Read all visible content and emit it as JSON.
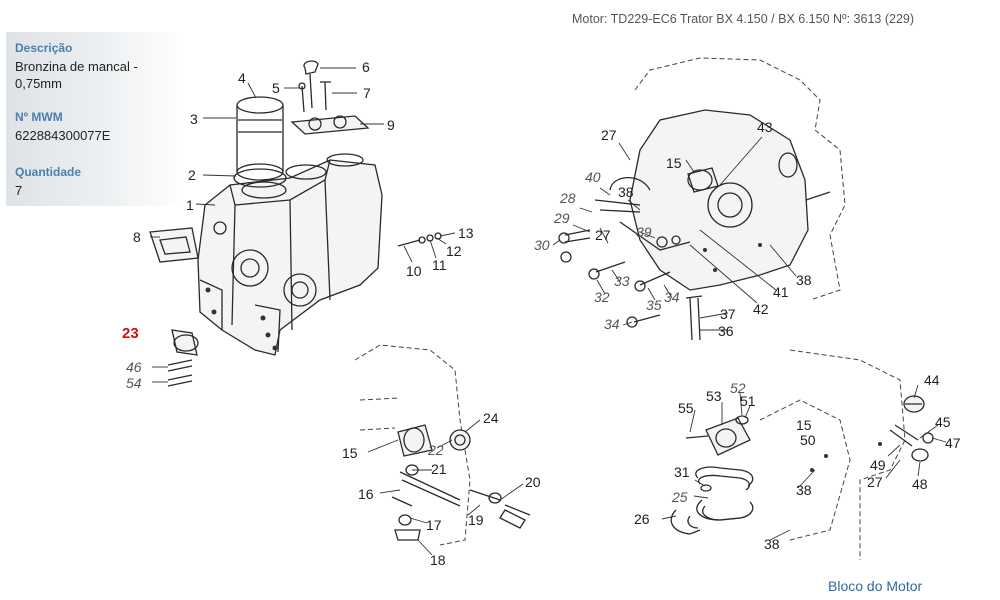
{
  "header": {
    "title": "Motor: TD229-EC6 Trator BX 4.150 / BX 6.150    Nº: 3613 (229)"
  },
  "info": {
    "descricao_label": "Descrição",
    "descricao_value": "Bronzina de mancal - 0,75mm",
    "mwm_label": "Nº MWM",
    "mwm_value": "622884300077E",
    "quantidade_label": "Quantidade",
    "quantidade_value": "7"
  },
  "selected_part": "23",
  "callouts": {
    "c1": "1",
    "c2": "2",
    "c3": "3",
    "c4": "4",
    "c5": "5",
    "c6": "6",
    "c7": "7",
    "c8": "8",
    "c9": "9",
    "c10": "10",
    "c11": "11",
    "c12": "12",
    "c13": "13",
    "c23": "23",
    "c46": "46",
    "c54": "54",
    "c27a": "27",
    "c43": "43",
    "c15a": "15",
    "c40": "40",
    "c38a": "38",
    "c28": "28",
    "c29": "29",
    "c27b": "27",
    "c39": "39",
    "c30": "30",
    "c33": "33",
    "c32": "32",
    "c35": "35",
    "c34b": "34",
    "c34": "34",
    "c37": "37",
    "c36": "36",
    "c42": "42",
    "c41": "41",
    "c38b": "38",
    "c24": "24",
    "c15b": "15",
    "c22": "22",
    "c21": "21",
    "c16": "16",
    "c20": "20",
    "c19": "19",
    "c17": "17",
    "c18": "18",
    "c44": "44",
    "c53": "53",
    "c52": "52",
    "c51": "51",
    "c55": "55",
    "c15c": "15",
    "c50": "50",
    "c45": "45",
    "c47": "47",
    "c49": "49",
    "c27c": "27",
    "c48": "48",
    "c31": "31",
    "c25": "25",
    "c38c": "38",
    "c26": "26",
    "c38d": "38"
  },
  "footer": {
    "link": "Bloco do Motor"
  },
  "colors": {
    "selected": "#cc1111",
    "label_blue": "#4a7fb0",
    "link_blue": "#2d6aa3"
  }
}
